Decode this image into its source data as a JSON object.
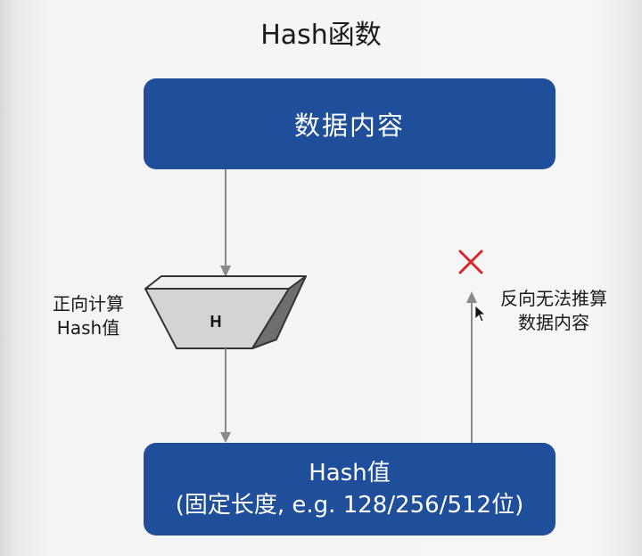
{
  "title": "Hash函数",
  "top_box": {
    "label": "数据内容"
  },
  "bottom_box": {
    "line1": "Hash值",
    "line2": "(固定长度, e.g. 128/256/512位)"
  },
  "hash_function": {
    "label": "H"
  },
  "forward_label": {
    "line1": "正向计算",
    "line2": "Hash值"
  },
  "reverse_label": {
    "line1": "反向无法推算",
    "line2": "数据内容"
  },
  "icons": {
    "cross": "cross-mark-icon",
    "cursor": "mouse-cursor-icon"
  },
  "colors": {
    "box_fill": "#1f4e9a",
    "arrow": "#8a8a8a",
    "cross": "#d9262b",
    "funnel_face": "#d4d4d4",
    "funnel_side": "#6e6e6e"
  }
}
